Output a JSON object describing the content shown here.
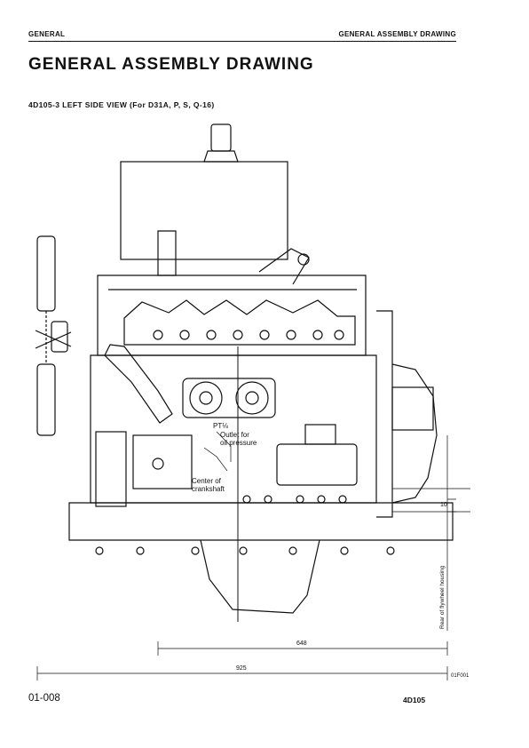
{
  "header": {
    "section": "GENERAL",
    "section_title": "GENERAL ASSEMBLY DRAWING"
  },
  "title": "GENERAL ASSEMBLY DRAWING",
  "subtitle": "4D105-3 LEFT SIDE VIEW (For D31A, P, S, Q-16)",
  "labels": {
    "pt_label": "PT⅛",
    "outlet_line1": "Outlet for",
    "outlet_line2": "oil pressure",
    "center_line1": "Center of",
    "center_line2": "crankshaft",
    "rear_housing": "Rear of flywheel housing"
  },
  "dimensions": {
    "dim_10": "10",
    "dim_648": "648",
    "dim_925": "925"
  },
  "figure_code": "01F001",
  "footer": {
    "page_number": "01-008",
    "model": "4D105"
  }
}
